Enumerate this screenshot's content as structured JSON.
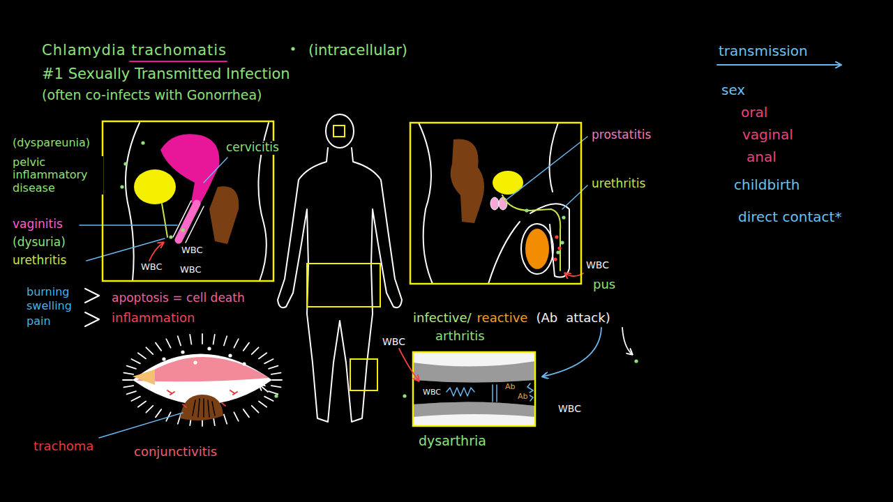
{
  "diagram": {
    "title": "Chlamydia trachomatis",
    "labels": [
      "(intracellular)",
      "#1 Sexually Transmitted Infection",
      "(often co-infects with Gonorrhea)",
      "(dyspareunia)",
      "pelvic inflammatory disease",
      "cervicitis",
      "vaginitis",
      "(dysuria)",
      "urethritis",
      "WBC",
      "WBC",
      "WBC",
      "burning",
      "swelling",
      "pain",
      "apoptosis = cell death",
      "inflammation",
      "prostatitis",
      "urethritis",
      "WBC",
      "pus",
      "infective/",
      "reactive",
      "(Ab",
      "attack)",
      "arthritis",
      "WBC",
      "WBC",
      "Ab",
      "Ab",
      "WBC",
      "dysarthria",
      "transmission",
      "sex",
      "oral",
      "vaginal",
      "anal",
      "childbirth",
      "direct contact*",
      "trachoma",
      "conjunctivitis"
    ]
  }
}
